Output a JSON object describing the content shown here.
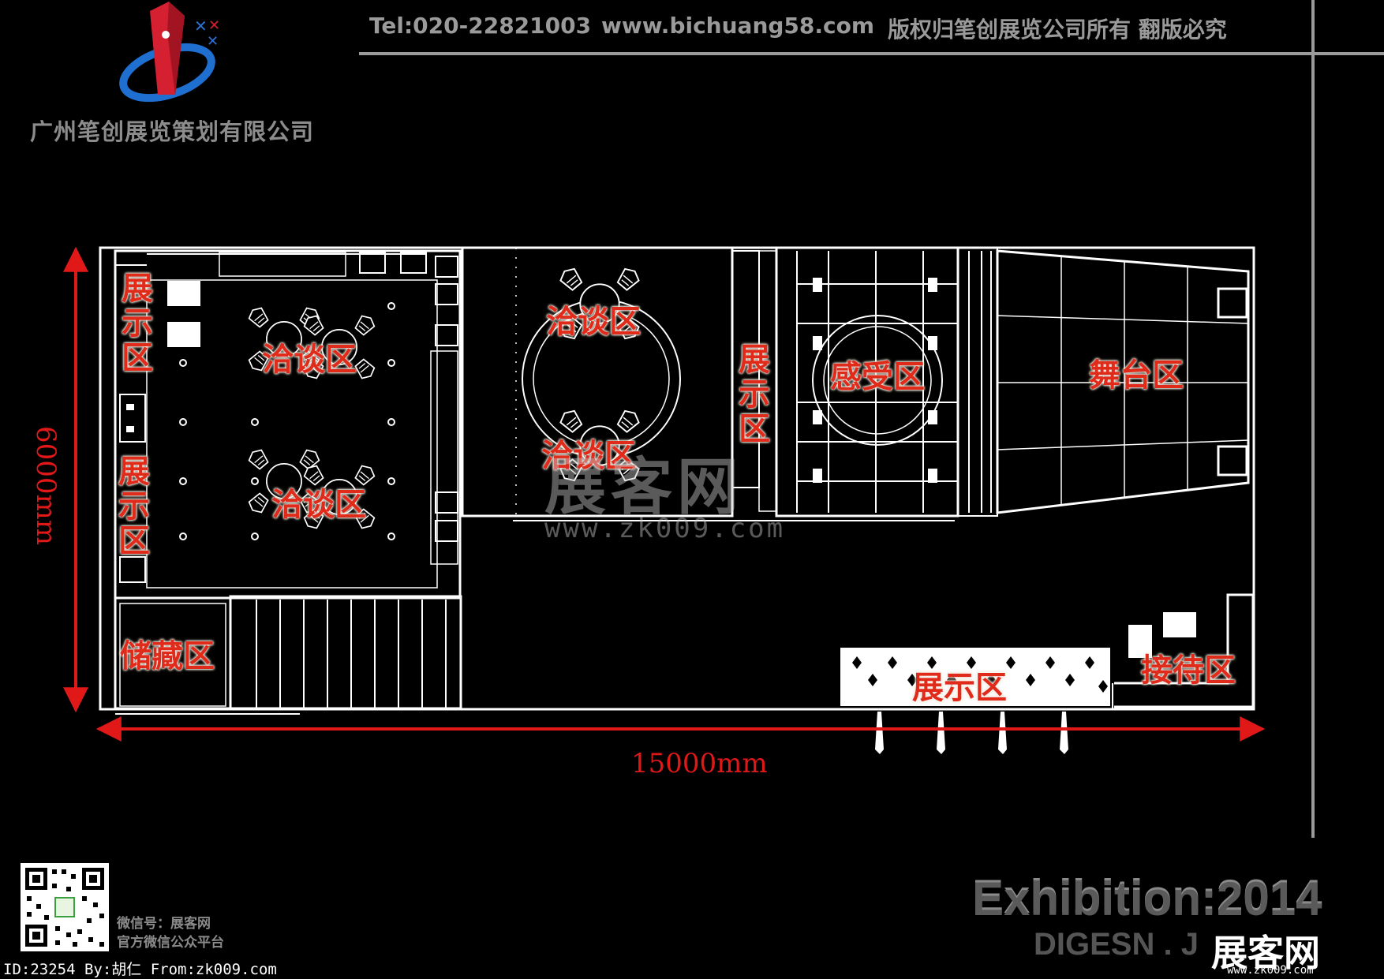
{
  "header": {
    "tel": "Tel:020-22821003",
    "website": "www.bichuang58.com",
    "copyright": "版权归笔创展览公司所有 翻版必究"
  },
  "company_name": "广州笔创展览策划有限公司",
  "plan": {
    "zones": {
      "display_left_top": "展示区",
      "display_left_bottom": "展示区",
      "negotiation_1": "洽谈区",
      "negotiation_2": "洽谈区",
      "negotiation_3": "洽谈区",
      "negotiation_4": "洽谈区",
      "display_middle": "展示区",
      "experience": "感受区",
      "stage": "舞台区",
      "storage": "储藏区",
      "display_bottom": "展示区",
      "reception": "接待区"
    },
    "dimensions": {
      "height": "6000mm",
      "width": "15000mm"
    }
  },
  "watermark": {
    "center_text": "展客网",
    "center_url": "www.zk009.com",
    "corner_text": "展客网",
    "corner_url": "www.zk009.com"
  },
  "footer": {
    "wechat_id": "微信号：展客网",
    "wechat_desc": "官方微信公众平台",
    "id_line": "ID:23254 By:胡仁 From:zk009.com",
    "exhibition_year": "Exhibition:2014",
    "digesn": "DIGESN . J"
  },
  "colors": {
    "background": "#000000",
    "lines": "#ffffff",
    "dimension": "#e01818",
    "zone_label": "#e02a1a",
    "logo_red": "#d42030",
    "logo_blue": "#1f6fd0"
  }
}
